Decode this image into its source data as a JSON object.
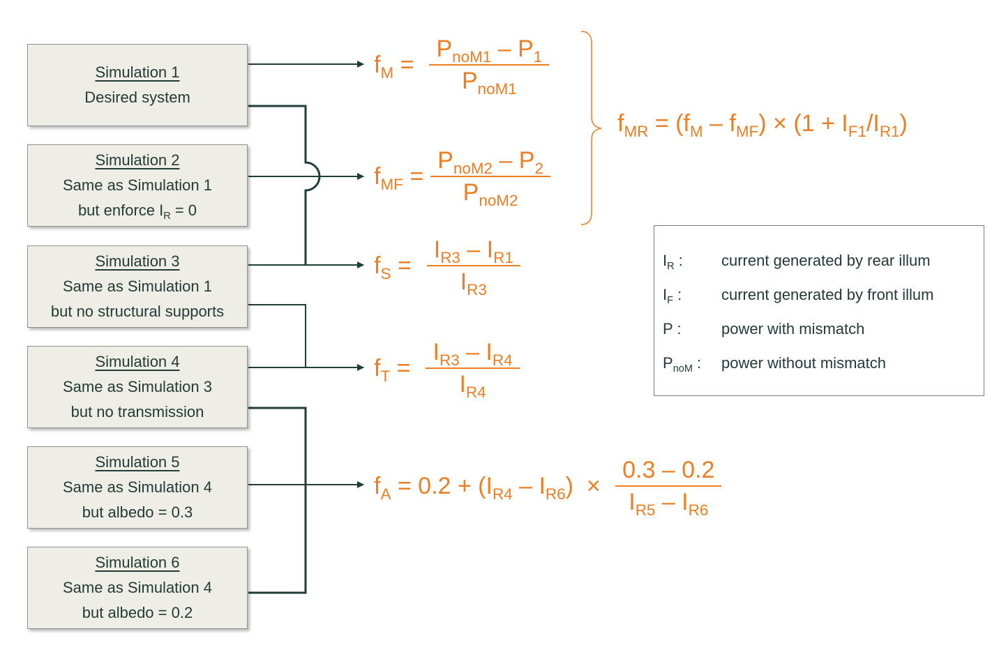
{
  "simulations": [
    {
      "title": "Simulation 1",
      "lines": [
        "Desired system"
      ]
    },
    {
      "title": "Simulation 2",
      "lines": [
        "Same as Simulation 1",
        "but enforce I",
        "R",
        " = 0"
      ]
    },
    {
      "title": "Simulation 3",
      "lines": [
        "Same as Simulation 1",
        "but no structural supports"
      ]
    },
    {
      "title": "Simulation 4",
      "lines": [
        "Same as Simulation 3",
        "but no transmission"
      ]
    },
    {
      "title": "Simulation 5",
      "lines": [
        "Same as Simulation 4",
        "but albedo = 0.3"
      ]
    },
    {
      "title": "Simulation 6",
      "lines": [
        "Same as Simulation 4",
        "but albedo = 0.2"
      ]
    }
  ],
  "equations": {
    "fM": {
      "lhs": "f",
      "lhs_sub": "M",
      "num": [
        "P",
        "noM1",
        " – P",
        "1"
      ],
      "den": [
        "P",
        "noM1"
      ]
    },
    "fMF": {
      "lhs": "f",
      "lhs_sub": "MF",
      "num": [
        "P",
        "noM2",
        " – P",
        "2"
      ],
      "den": [
        "P",
        "noM2"
      ]
    },
    "fS": {
      "lhs": "f",
      "lhs_sub": "S",
      "num": [
        "I",
        "R3",
        " – I",
        "R1"
      ],
      "den": [
        "I",
        "R3"
      ]
    },
    "fT": {
      "lhs": "f",
      "lhs_sub": "T",
      "num": [
        "I",
        "R3",
        " – I",
        "R4"
      ],
      "den": [
        "I",
        "R4"
      ]
    },
    "fA": {
      "lhs": "f",
      "lhs_sub": "A",
      "middle": [
        " = 0.2 + (I",
        "R4",
        " – I",
        "R6",
        ")  × "
      ],
      "num": "0.3 – 0.2",
      "den": [
        "I",
        "R5",
        " – I",
        "R6"
      ]
    },
    "fMR": {
      "parts": [
        "f",
        "MR",
        " = (f",
        "M",
        " – f",
        "MF",
        ") × (1 + I",
        "F1",
        "/I",
        "R1",
        ")"
      ]
    }
  },
  "equals": "=",
  "legend": [
    {
      "symbol": "I",
      "symbol_sub": "R",
      "suffix": " :",
      "text": "current generated by rear illum"
    },
    {
      "symbol": "I",
      "symbol_sub": "F",
      "suffix": " :",
      "text": "current generated by front illum"
    },
    {
      "symbol": "P",
      "symbol_sub": "",
      "suffix": " :",
      "text": "power with mismatch"
    },
    {
      "symbol": "P",
      "symbol_sub": "noM",
      "suffix": " :",
      "text": "power without mismatch"
    }
  ],
  "colors": {
    "accent": "#ef7d22",
    "line": "#1f3d39",
    "box_fill": "#efeee6",
    "text": "#243a38"
  }
}
